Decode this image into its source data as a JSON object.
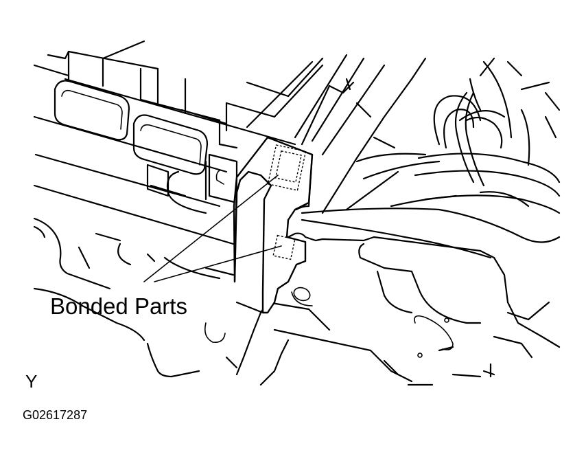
{
  "callout": {
    "label": "Bonded Parts"
  },
  "view_label": "Y",
  "figure_code": "G02617287"
}
